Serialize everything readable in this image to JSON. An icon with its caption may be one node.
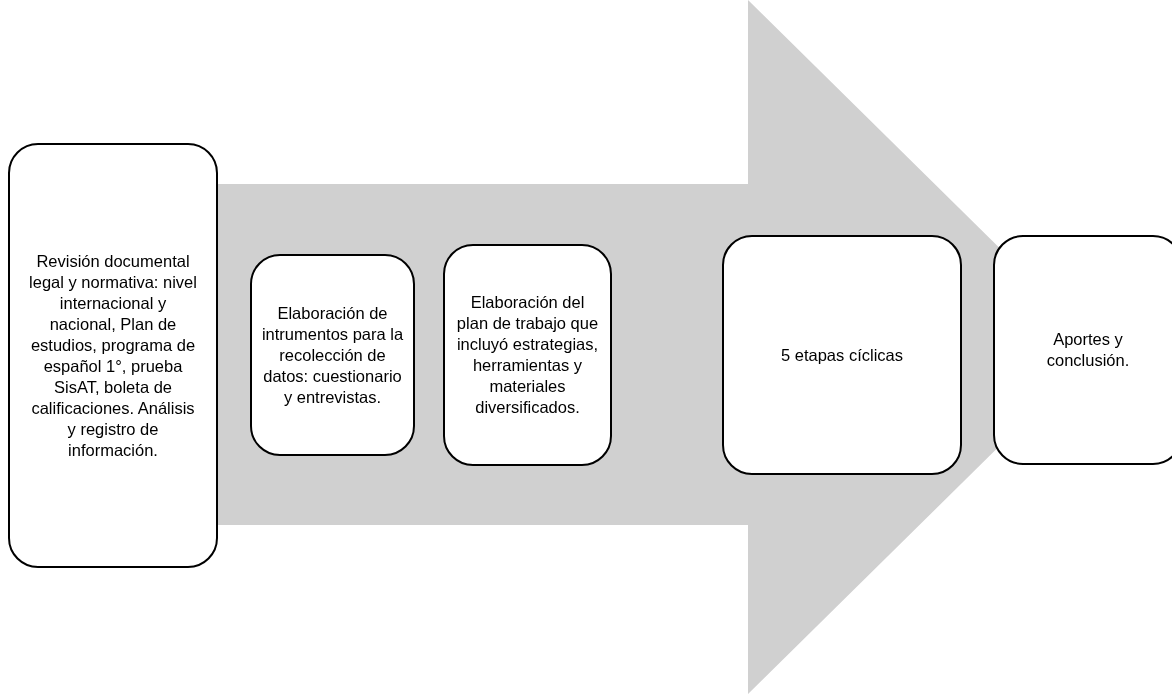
{
  "diagram": {
    "nodes": [
      {
        "text": [
          "Revisión documental legal y normativa: nivel internacional y nacional, Plan de estudios, programa de español 1°, prueba SisAT, boleta de calificaciones. Análisis y registro de información."
        ]
      },
      {
        "text": [
          "Elaboración de intrumentos para la recolección de datos: cuestionario y entrevistas."
        ]
      },
      {
        "text": [
          "Elaboración del plan de trabajo que incluyó estrategias, herramientas y materiales diversificados."
        ]
      },
      {
        "text": [
          "5 etapas cíclicas"
        ]
      },
      {
        "text": [
          "Aportes y conclusión."
        ]
      }
    ],
    "edges": [
      {
        "from": 0,
        "to": 4,
        "arrow": "to"
      }
    ]
  }
}
